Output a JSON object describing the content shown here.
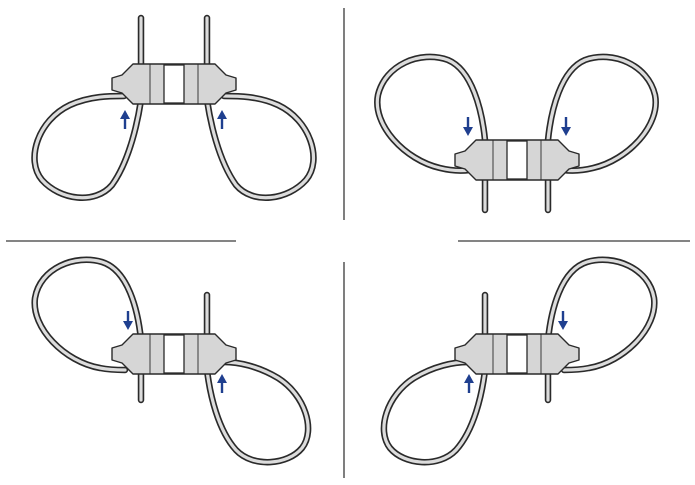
{
  "diagram": {
    "panels": [
      {
        "position": "top-left",
        "strap_direction": "up",
        "arrows": [
          "up",
          "up"
        ]
      },
      {
        "position": "top-right",
        "strap_direction": "down",
        "arrows": [
          "down",
          "down"
        ]
      },
      {
        "position": "bottom-left",
        "strap_direction": "mixed",
        "arrows": [
          "down",
          "up"
        ]
      },
      {
        "position": "bottom-right",
        "strap_direction": "mixed",
        "arrows": [
          "up",
          "down"
        ]
      }
    ],
    "colors": {
      "band_outline": "#2a2a2a",
      "band_fill": "#dcdcdc",
      "seal_body": "#d6d6d6",
      "arrow": "#1f3f8f"
    }
  }
}
